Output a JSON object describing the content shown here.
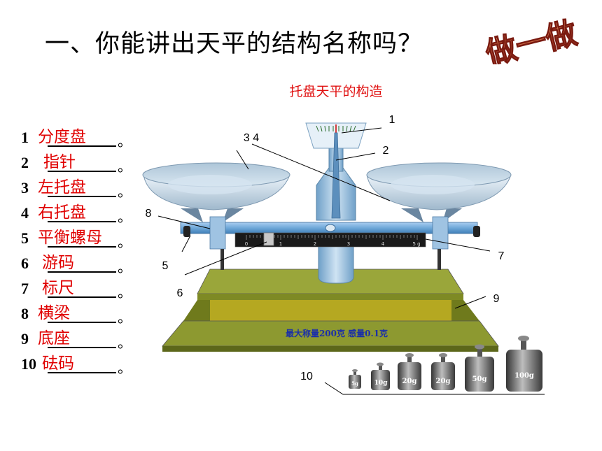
{
  "slide": {
    "title": "一、你能讲出天平的结构名称吗？",
    "badge_text": "做一做",
    "diagram_title": "托盘天平的构造",
    "capacity_text": "最大称量200克 感量0.1克",
    "scale_ticks": [
      "0",
      "1",
      "2",
      "3",
      "4",
      "5 g"
    ],
    "weights": [
      "5g",
      "10g",
      "20g",
      "20g",
      "50g",
      "100g"
    ],
    "callouts": [
      "1",
      "2",
      "3 4",
      "5",
      "6",
      "7",
      "8",
      "9",
      "10"
    ]
  },
  "answers": [
    {
      "num": "1",
      "text": "分度盘"
    },
    {
      "num": "2",
      "text": "指针"
    },
    {
      "num": "3",
      "text": "左托盘"
    },
    {
      "num": "4",
      "text": "右托盘"
    },
    {
      "num": "5",
      "text": "平衡螺母"
    },
    {
      "num": "6",
      "text": "游码"
    },
    {
      "num": "7",
      "text": "标尺"
    },
    {
      "num": "8",
      "text": "横梁"
    },
    {
      "num": "9",
      "text": "底座"
    },
    {
      "num": "10",
      "text": "砝码"
    }
  ],
  "colors": {
    "answer": "#e00000",
    "base_top": "#8c9a2e",
    "base_bottom": "#5f6b1c",
    "pan": "#c8dbe8",
    "beam": "#6fa8d8",
    "badge": "#c0392b"
  }
}
